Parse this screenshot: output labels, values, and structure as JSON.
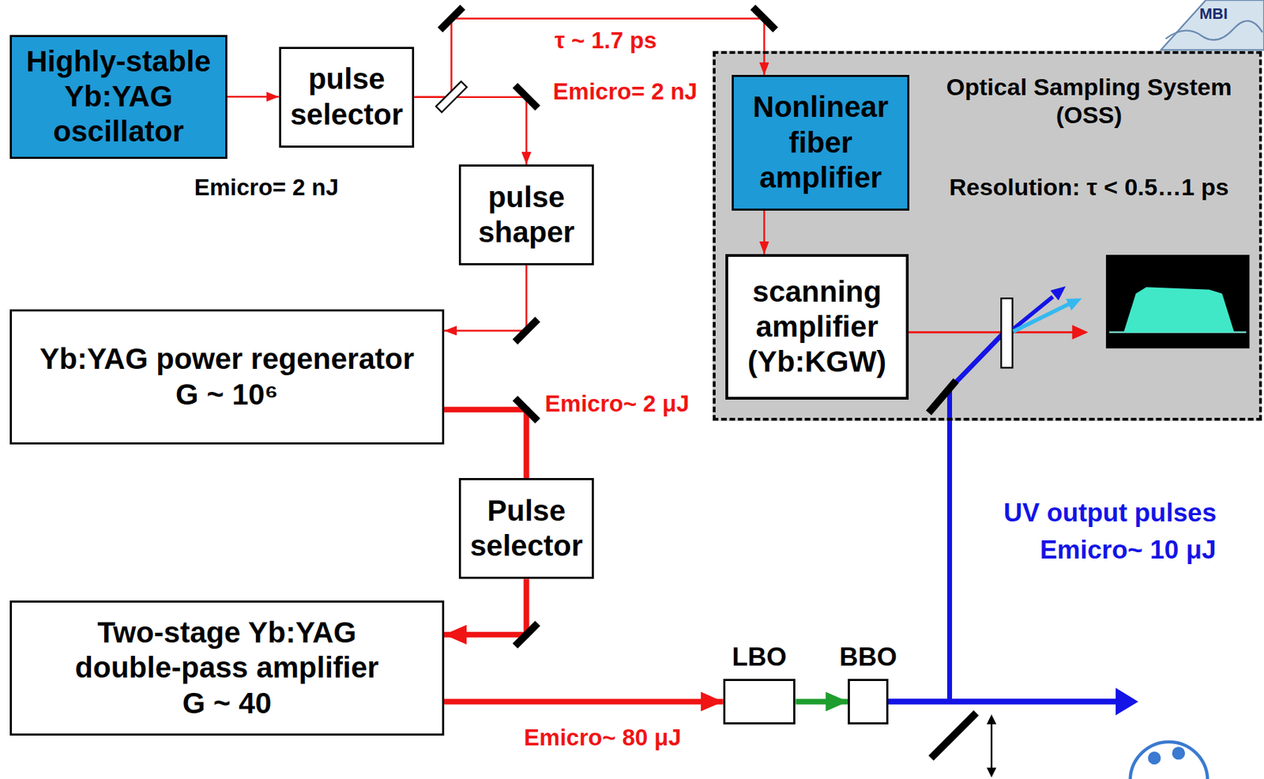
{
  "diagram": {
    "nodes": [
      {
        "text": [
          "Highly-stable Yb:YAG oscillator"
        ]
      },
      {
        "text": [
          "pulse selector"
        ]
      },
      {
        "text": [
          "pulse shaper"
        ]
      },
      {
        "text": [
          "Yb:YAG power regenerator",
          "G ~ 10⁶"
        ]
      },
      {
        "text": [
          "Pulse selector"
        ]
      },
      {
        "text": [
          "Two-stage Yb:YAG double-pass amplifier",
          "G ~ 40"
        ]
      },
      {
        "text": [
          "Optical Sampling System (OSS)",
          "Resolution: τ < 0.5…1 ps"
        ]
      },
      {
        "text": [
          "Nonlinear fiber amplifier"
        ],
        "in": 6
      },
      {
        "text": [
          "scanning amplifier (Yb:KGW)"
        ],
        "in": 6
      },
      {
        "text": [
          "LBO"
        ]
      },
      {
        "text": [
          "BBO"
        ]
      }
    ],
    "edges": [
      {
        "from": 0,
        "to": 1,
        "arrow": "to"
      },
      {
        "from": 1,
        "to": 7,
        "arrow": "to"
      },
      {
        "from": 1,
        "to": 2,
        "arrow": "to"
      },
      {
        "from": 2,
        "to": 3,
        "arrow": "to"
      },
      {
        "from": 3,
        "to": 4,
        "arrow": "none"
      },
      {
        "from": 4,
        "to": 5,
        "arrow": "to"
      },
      {
        "from": 5,
        "to": 9,
        "arrow": "to"
      },
      {
        "from": 9,
        "to": 10,
        "arrow": "to"
      },
      {
        "from": 7,
        "to": 8,
        "arrow": "to"
      }
    ],
    "labels": [
      "τ ~ 1.7 ps",
      "Emicro= 2 nJ",
      "Emicro= 2 nJ",
      "Emicro~ 2 μJ",
      "Emicro~ 80 μJ",
      "UV output pulses",
      "Emicro~ 10 μJ",
      "MBI"
    ]
  }
}
